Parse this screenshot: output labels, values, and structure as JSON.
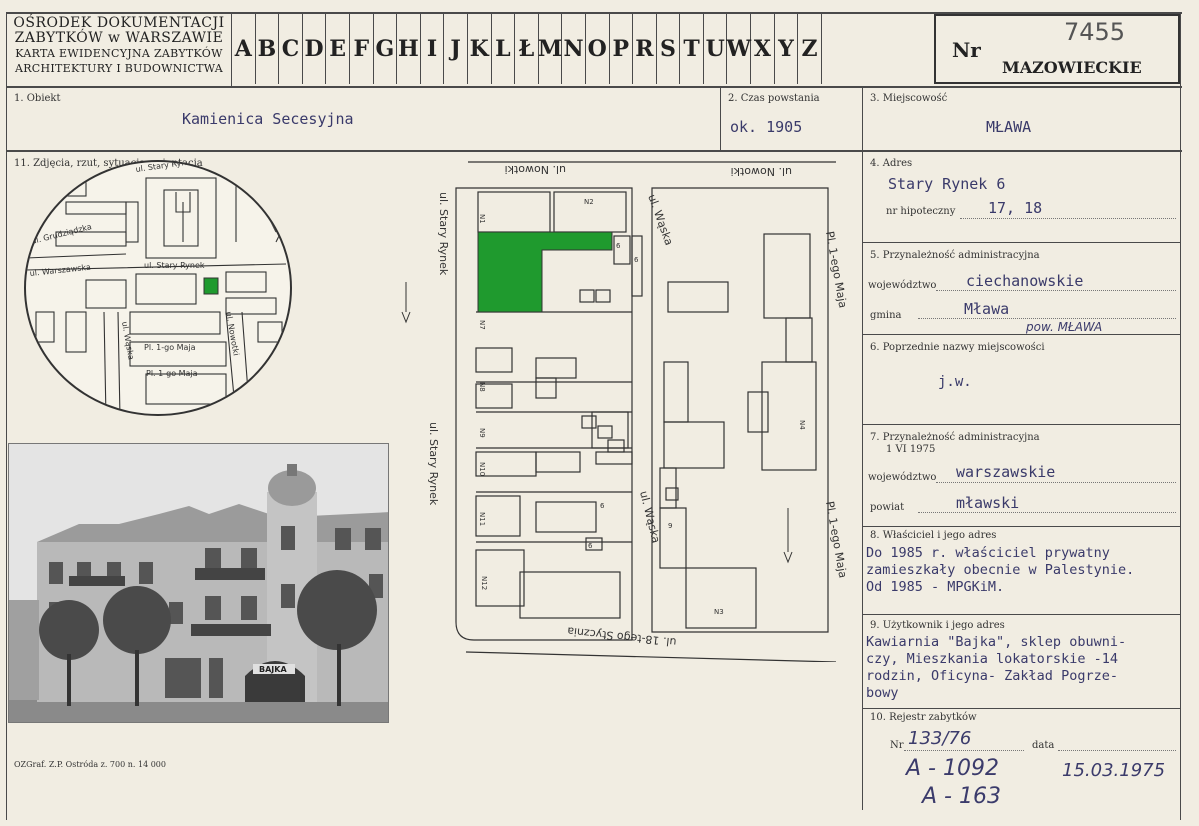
{
  "header": {
    "institution_line1": "OŚRODEK DOKUMENTACJI",
    "institution_line2": "ZABYTKÓW w WARSZAWIE",
    "institution_line3": "KARTA EWIDENCYJNA ZABYTKÓW",
    "institution_line4": "ARCHITEKTURY I BUDOWNICTWA",
    "letters": [
      "A",
      "B",
      "C",
      "D",
      "E",
      "F",
      "G",
      "H",
      "I",
      "J",
      "K",
      "L",
      "Ł",
      "M",
      "N",
      "O",
      "P",
      "R",
      "S",
      "T",
      "U",
      "W",
      "X",
      "Y",
      "Z"
    ],
    "nr_label": "Nr",
    "nr_value": "7455",
    "region": "MAZOWIECKIE"
  },
  "obiekt": {
    "label": "1. Obiekt",
    "value": "Kamienica Secesyjna"
  },
  "czas": {
    "label": "2. Czas powstania",
    "value": "ok. 1905"
  },
  "miejscowosc": {
    "label": "3. Miejscowość",
    "value": "MŁAWA"
  },
  "zdjecia": {
    "label": "11. Zdjęcia, rzut, sytuacja, orientacja"
  },
  "adres": {
    "label": "4. Adres",
    "value": "Stary Rynek 6",
    "hip_label": "nr hipoteczny",
    "hip_value": "17, 18"
  },
  "admin1": {
    "label": "5. Przynależność administracyjna",
    "woj_label": "województwo",
    "woj_value": "ciechanowskie",
    "gmina_label": "gmina",
    "gmina_value": "Mława",
    "note": "pow. MŁAWA"
  },
  "poprzednie": {
    "label": "6. Poprzednie nazwy miejscowości",
    "value": "j.w."
  },
  "admin2": {
    "label": "7. Przynależność administracyjna",
    "date": "1 VI 1975",
    "woj_label": "województwo",
    "woj_value": "warszawskie",
    "powiat_label": "powiat",
    "powiat_value": "mławski"
  },
  "wlasciciel": {
    "label": "8. Właściciel i jego adres",
    "lines": [
      "Do 1985 r. właściciel prywatny",
      "zamieszkały obecnie w Palestynie.",
      "Od 1985 - MPGKiM."
    ]
  },
  "uzytkownik": {
    "label": "9. Użytkownik i jego adres",
    "lines": [
      "Kawiarnia \"Bajka\", sklep obuwni-",
      "czy, Mieszkania lokatorskie -14",
      "rodzin, Oficyna- Zakład Pogrze-",
      "bowy"
    ]
  },
  "rejestr": {
    "label": "10. Rejestr zabytków",
    "nr_label": "Nr",
    "nr_value": "133/76",
    "date_label": "data",
    "date_value": "15.03.1975",
    "extra1": "A - 1092",
    "extra2": "A - 163"
  },
  "footer": {
    "print": "OZGraf. Z.P. Ostróda z. 700 n. 14 000"
  },
  "map_labels": {
    "nowotki_top": "ul. Nowotki",
    "nowotki_top2": "ul. Nowotki",
    "stary_rynek_left": "ul. Stary Rynek",
    "stary_rynek_left2": "ul. Stary Rynek",
    "waska_top": "ul. Wąska",
    "waska_bottom": "ul. Wąska",
    "pl_1maja_top": "Pl. 1-ego Maja",
    "pl_1maja_bottom": "Pl. 1-ego Maja",
    "stycznia": "ul. 18-tego Stycznia",
    "n1": "N1",
    "n2": "N2",
    "n3": "N3",
    "n4": "N4",
    "n7": "N7",
    "n8": "N8",
    "n9": "N9",
    "n10": "N10",
    "n11": "N11",
    "n12": "N12",
    "no6": "6",
    "no9": "9"
  },
  "circle_labels": {
    "stary_rynek": "ul. Stary Rynek",
    "grudziadzka": "ul. Grudziądzka",
    "warszawska": "ul. Warszawska",
    "pl1maja_a": "Pl. 1-go Maja",
    "pl1maja_b": "Pl. 1-go Maja",
    "nowotki": "ul. Nowotki",
    "waska": "ul. Wąska"
  },
  "photo": {
    "sign": "BAJKA"
  },
  "colors": {
    "highlight": "#1f9a2e",
    "paper": "#f1ede2",
    "ink": "#3a3a6a"
  }
}
